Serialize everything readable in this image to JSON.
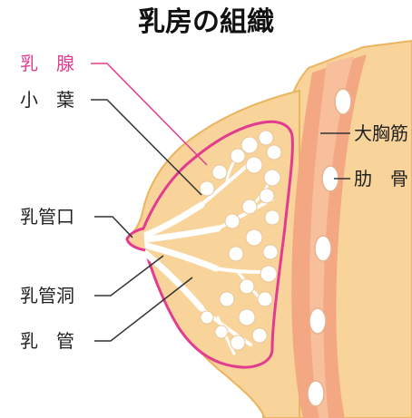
{
  "title": "乳房の組織",
  "labels": {
    "mammary_gland": "乳　腺",
    "lobule": "小　葉",
    "nipple_opening": "乳管口",
    "lactiferous_sinus": "乳管洞",
    "lactiferous_duct": "乳　管",
    "pectoralis_major": "大胸筋",
    "rib": "肋　骨"
  },
  "colors": {
    "skin": "#f8d39a",
    "skin_outline": "#ecb460",
    "gland_outline": "#e23b8f",
    "muscle": "#f3a883",
    "label_line": "#333333",
    "highlight_label": "#e23b8f"
  }
}
